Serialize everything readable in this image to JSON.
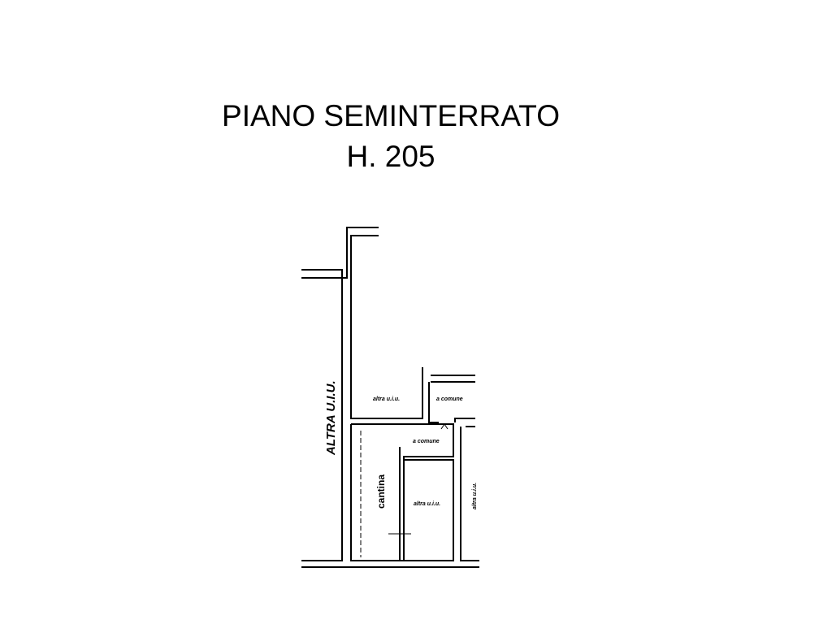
{
  "title": "PIANO SEMINTERRATO",
  "height_label": "H. 205",
  "labels": {
    "neighbor_left": "ALTRA U.I.U.",
    "room_top": "altra u.i.u.",
    "common_top": "a comune",
    "common_mid": "a comune",
    "cantina": "cantina",
    "room_center": "altra u.i.u.",
    "room_right": "altra u.i.u."
  }
}
